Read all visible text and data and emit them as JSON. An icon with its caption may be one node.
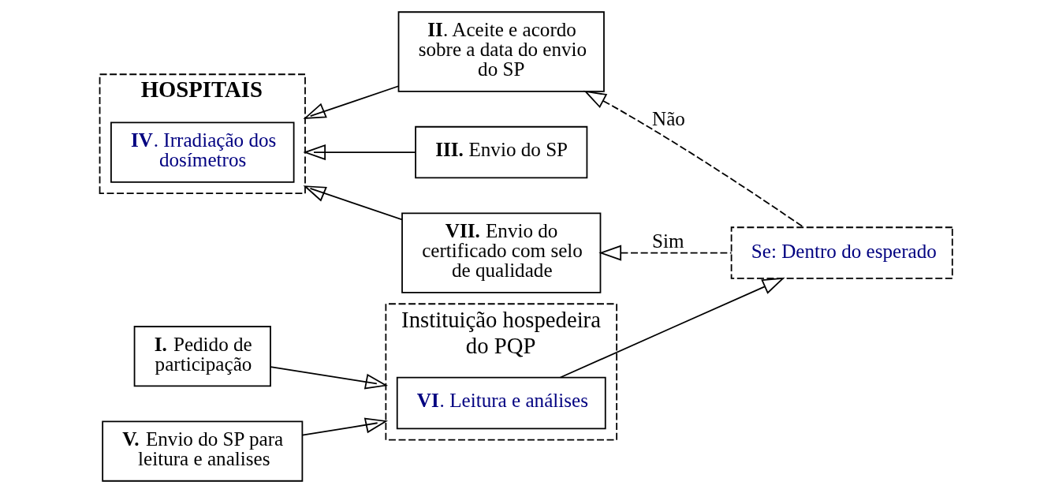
{
  "diagram": {
    "nodes": [
      {
        "text": [
          "HOSPITAIS"
        ]
      },
      {
        "text": [
          "**IV**. Irradiação dos dosímetros"
        ],
        "in": 0
      },
      {
        "text": [
          "Instituição hospedeira do PQP"
        ]
      },
      {
        "text": [
          "**VI**. Leitura e análises"
        ],
        "in": 2
      },
      {
        "text": [
          "Se: Dentro do esperado"
        ]
      },
      {
        "text": [
          "**I.** Pedido de participação"
        ]
      },
      {
        "text": [
          "**II**. Aceite e acordo sobre a data do envio do SP"
        ]
      },
      {
        "text": [
          "**III.** Envio do SP"
        ]
      },
      {
        "text": [
          "**V.** Envio do SP para leitura e analises"
        ]
      },
      {
        "text": [
          "**VII.** Envio do certificado com selo de qualidade"
        ]
      }
    ],
    "edges": [
      {
        "from": 5,
        "to": 2,
        "arrow": "to"
      },
      {
        "from": 6,
        "to": 0,
        "arrow": "to"
      },
      {
        "from": 7,
        "to": 0,
        "arrow": "to"
      },
      {
        "from": 8,
        "to": 2,
        "arrow": "to"
      },
      {
        "from": 9,
        "to": 0,
        "arrow": "to"
      },
      {
        "from": 3,
        "to": 4,
        "arrow": "to"
      },
      {
        "from": 4,
        "to": 6,
        "arrow": "to",
        "label": "Não",
        "style": "dashed"
      },
      {
        "from": 4,
        "to": 9,
        "arrow": "to",
        "label": "Sim",
        "style": "dashed"
      }
    ]
  }
}
